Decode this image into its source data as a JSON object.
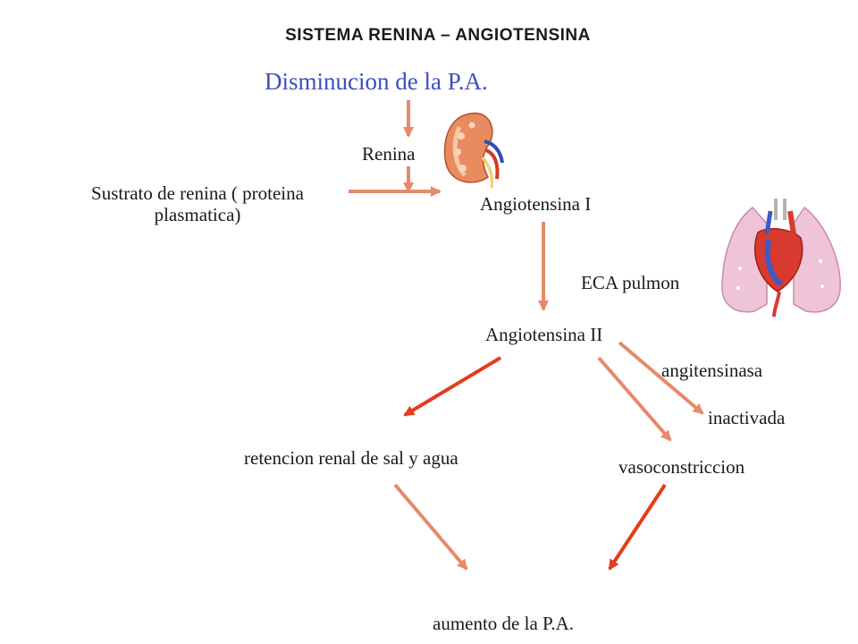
{
  "diagram": {
    "title": "SISTEMA RENINA – ANGIOTENSINA",
    "headline": "Disminucion de la P.A.",
    "nodes": {
      "renina": "Renina",
      "sustrato_line1": "Sustrato de renina ( proteina",
      "sustrato_line2": "plasmatica)",
      "angiotensina_i": "Angiotensina I",
      "eca_pulmon": "ECA pulmon",
      "angiotensina_ii": "Angiotensina II",
      "angitensinasa": "angitensinasa",
      "inactivada": "inactivada",
      "retencion": "retencion renal de sal y agua",
      "vasoconstriccion": "vasoconstriccion",
      "aumento": "aumento de la P.A."
    },
    "colors": {
      "headline": "#3b4fc4",
      "arrow_light": "#e8896a",
      "arrow_strong": "#e23d1c",
      "text": "#1a1a1a"
    },
    "icons": {
      "kidney": "kidney-icon",
      "lungs_heart": "lungs-heart-icon"
    }
  }
}
